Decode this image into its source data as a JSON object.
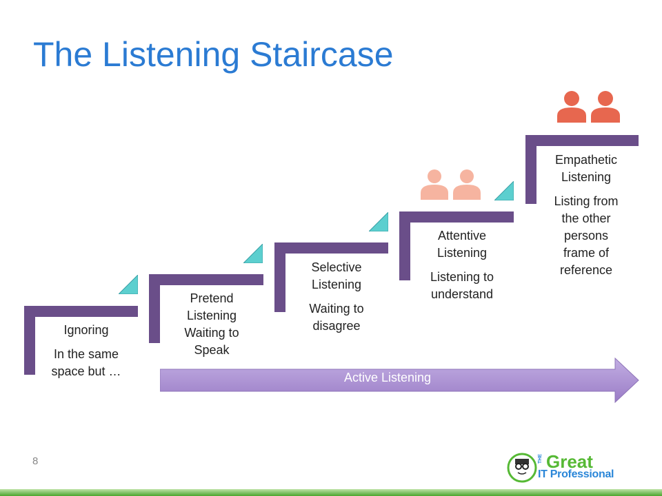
{
  "title": "The Listening Staircase",
  "steps": [
    {
      "heading": "Ignoring",
      "description": "In the same space but …"
    },
    {
      "heading": "Pretend Listening",
      "description": "Waiting to Speak"
    },
    {
      "heading": "Selective Listening",
      "description": "Waiting to disagree"
    },
    {
      "heading": "Attentive Listening",
      "description": "Listening to understand"
    },
    {
      "heading": "Empathetic Listening",
      "description": "Listing from the other persons frame of reference"
    }
  ],
  "arrow": {
    "label": "Active Listening"
  },
  "slide_number": "8",
  "logo": {
    "the": "THE",
    "great": "Great",
    "it_professional": "IT Professional"
  },
  "colors": {
    "title": "#2b7bd3",
    "stair": "#6a4e89",
    "triangle": "#5ccfcf",
    "people_light": "#f6b4a0",
    "people_dark": "#e7674f",
    "arrow": "#a88ad0"
  }
}
